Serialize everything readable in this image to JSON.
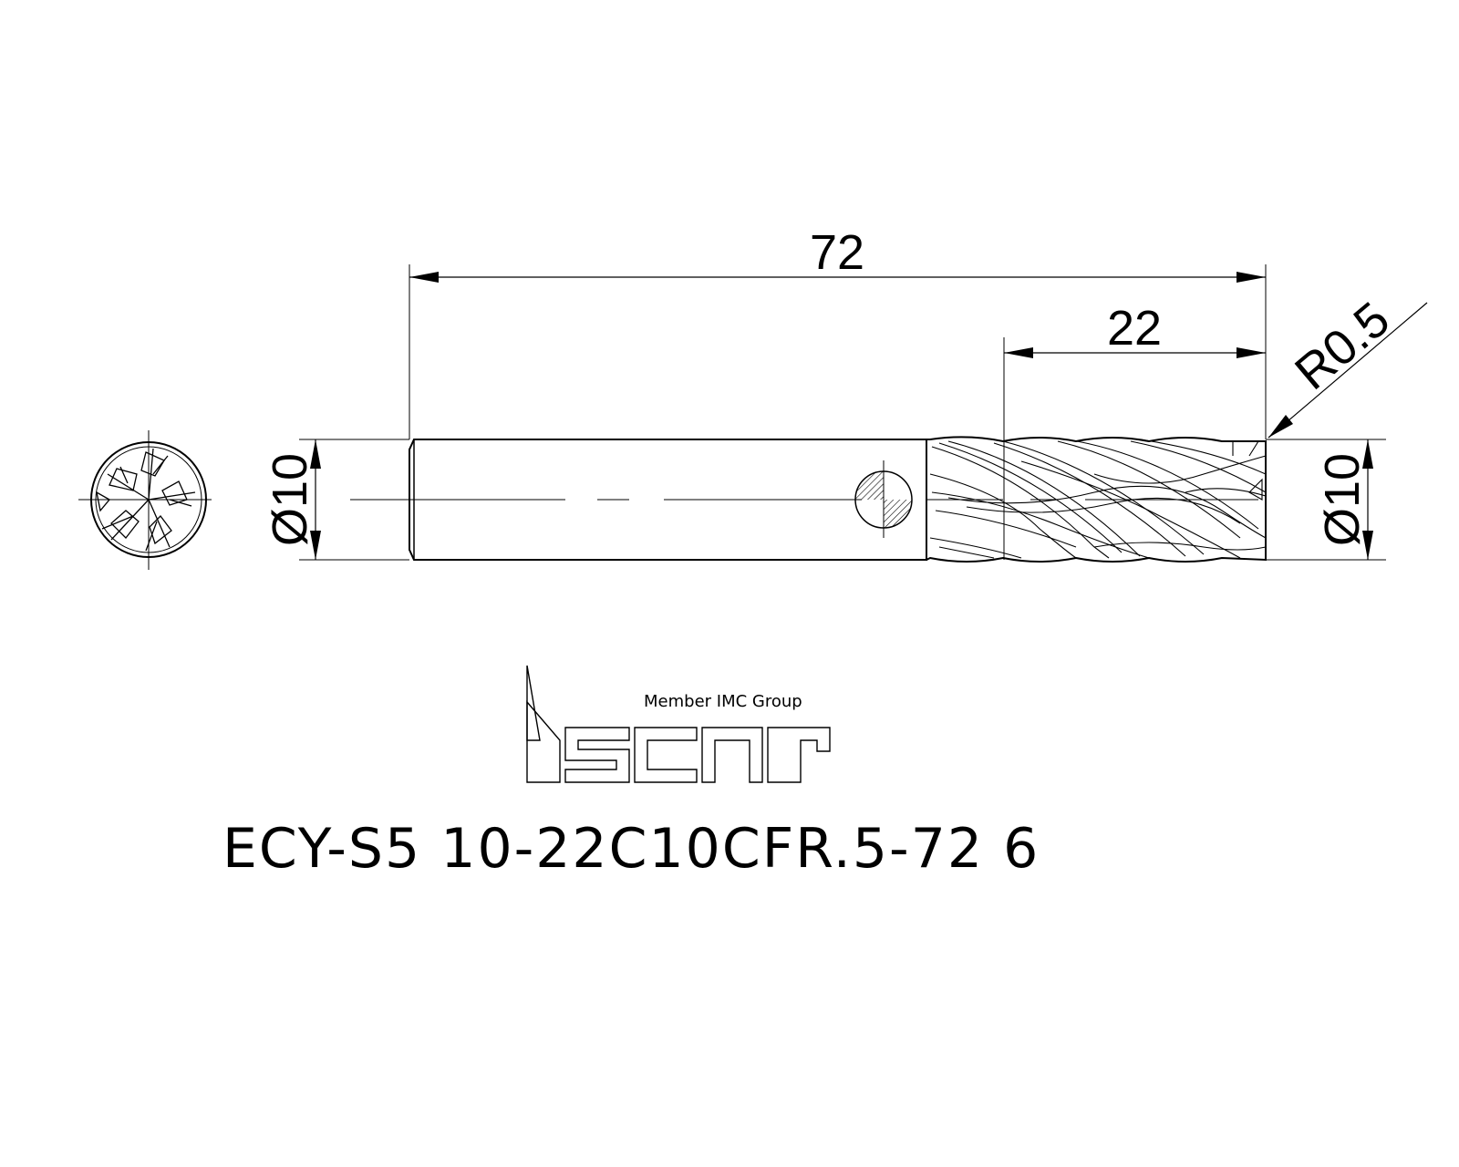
{
  "dimensions": {
    "overall_length": "72",
    "flute_length": "22",
    "corner_radius": "R0.5",
    "shank_diameter": "Ø10",
    "cutting_diameter": "Ø10"
  },
  "logo": {
    "tagline": "Member IMC Group",
    "brand": "iscar"
  },
  "part_number": "ECY-S5 10-22C10CFR.5-72 6"
}
